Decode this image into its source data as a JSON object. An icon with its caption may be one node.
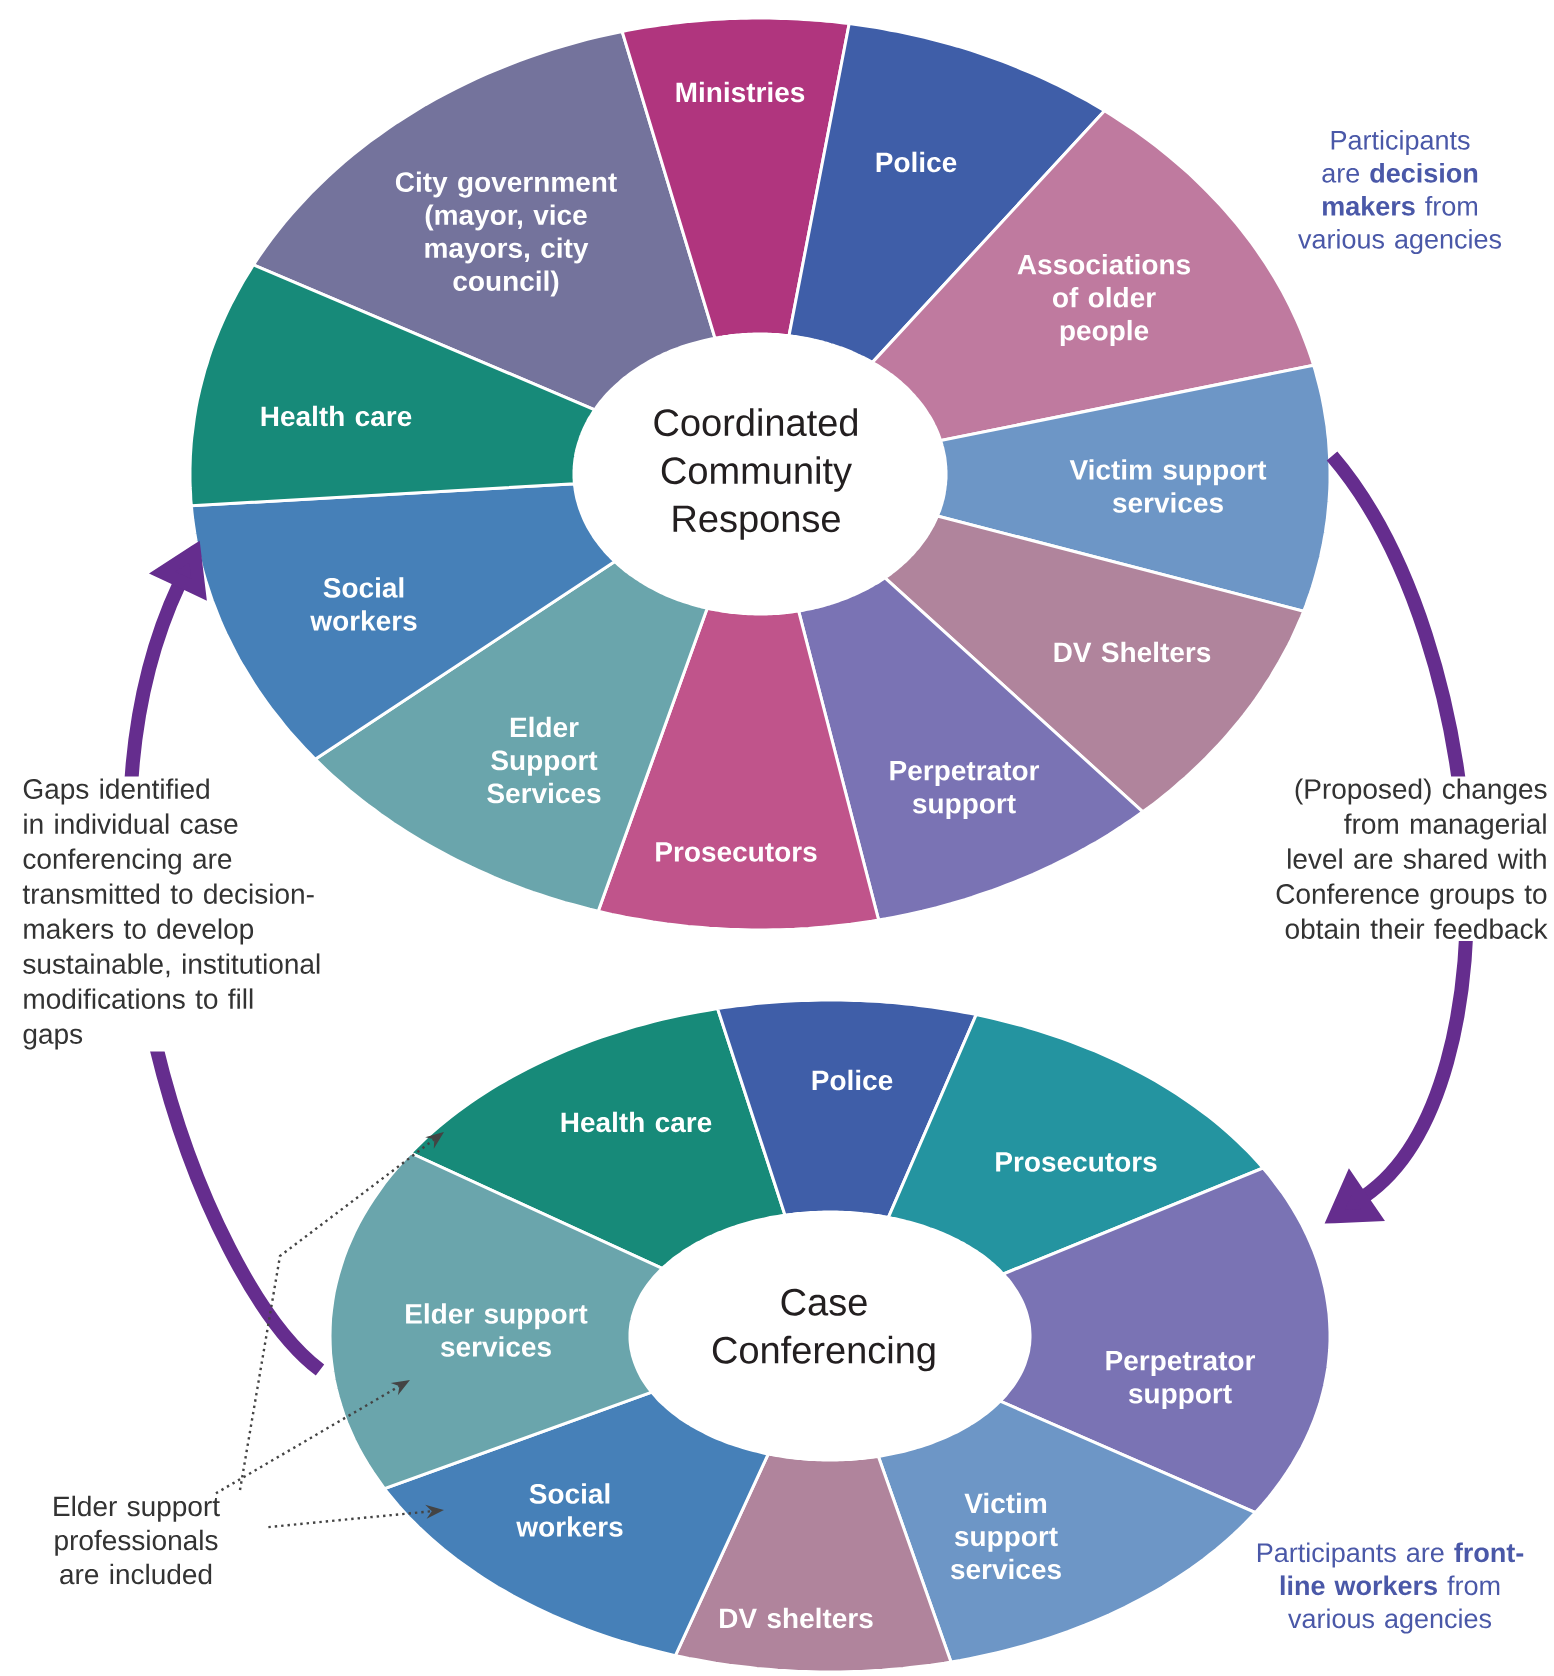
{
  "diagram": {
    "nodes": [
      {
        "text": [
          "Coordinated Community Response"
        ]
      },
      {
        "text": [
          "City government (mayor, vice mayors, city council)"
        ]
      },
      {
        "text": [
          "Ministries"
        ]
      },
      {
        "text": [
          "Police"
        ]
      },
      {
        "text": [
          "Associations of older people"
        ]
      },
      {
        "text": [
          "Victim support services"
        ]
      },
      {
        "text": [
          "DV Shelters"
        ]
      },
      {
        "text": [
          "Perpetrator support"
        ]
      },
      {
        "text": [
          "Prosecutors"
        ]
      },
      {
        "text": [
          "Elder Support Services"
        ]
      },
      {
        "text": [
          "Social workers"
        ]
      },
      {
        "text": [
          "Health care"
        ]
      },
      {
        "text": [
          "Case Conferencing"
        ]
      },
      {
        "text": [
          "Health care"
        ]
      },
      {
        "text": [
          "Police"
        ]
      },
      {
        "text": [
          "Prosecutors"
        ]
      },
      {
        "text": [
          "Perpetrator support"
        ]
      },
      {
        "text": [
          "Victim support services"
        ]
      },
      {
        "text": [
          "DV shelters"
        ]
      },
      {
        "text": [
          "Social workers"
        ]
      },
      {
        "text": [
          "Elder support services"
        ]
      },
      {
        "text": [
          "Elder support professionals are included"
        ]
      }
    ],
    "edges": [
      {
        "from": 5,
        "to": 16,
        "arrow": "to",
        "label": "(Proposed) changes from managerial level are shared with Conference groups to obtain their feedback",
        "style": "thick",
        "color": "#652d8e"
      },
      {
        "from": 20,
        "to": 10,
        "arrow": "to",
        "label": "Gaps identified in individual case conferencing are transmitted to decision-makers to develop sustainable, institutional modifications to fill gaps",
        "style": "thick",
        "color": "#652d8e"
      },
      {
        "from": 21,
        "to": 13,
        "arrow": "to",
        "style": "dashed"
      },
      {
        "from": 21,
        "to": 20,
        "arrow": "to",
        "style": "dashed"
      },
      {
        "from": 21,
        "to": 19,
        "arrow": "to",
        "style": "dashed"
      }
    ],
    "labels": [
      "Participants are **decision makers** from various agencies",
      "Participants are **front-line workers** from various agencies"
    ]
  }
}
